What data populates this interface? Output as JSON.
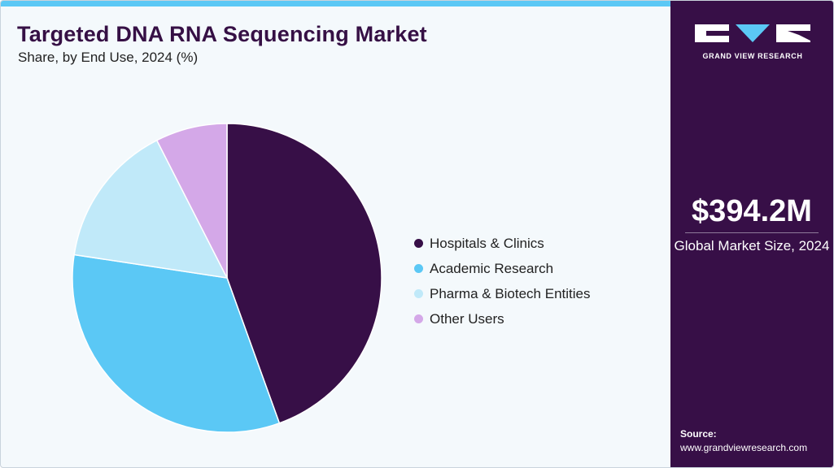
{
  "header": {
    "title": "Targeted DNA RNA Sequencing Market",
    "subtitle": "Share, by End Use, 2024 (%)"
  },
  "chart_data": {
    "type": "pie",
    "title": "Targeted DNA RNA Sequencing Market",
    "subtitle": "Share, by End Use, 2024 (%)",
    "categories": [
      "Hospitals & Clinics",
      "Academic Research",
      "Pharma & Biotech Entities",
      "Other Users"
    ],
    "values": [
      44.5,
      32.9,
      15.1,
      7.5
    ],
    "colors": [
      "#370f47",
      "#5bc8f5",
      "#c0e9f9",
      "#d4a8e8"
    ],
    "legend_position": "right"
  },
  "legend": {
    "items": [
      {
        "label": "Hospitals & Clinics",
        "color": "#370f47"
      },
      {
        "label": "Academic Research",
        "color": "#5bc8f5"
      },
      {
        "label": "Pharma & Biotech Entities",
        "color": "#c0e9f9"
      },
      {
        "label": "Other Users",
        "color": "#d4a8e8"
      }
    ]
  },
  "sidebar": {
    "logo_text": "GRAND VIEW RESEARCH",
    "market_value": "$394.2M",
    "market_label": "Global Market Size, 2024",
    "source_label": "Source:",
    "source_url": "www.grandviewresearch.com"
  },
  "colors": {
    "brand_dark": "#370f47",
    "accent": "#5bc8f5",
    "background": "#f4f9fc"
  }
}
